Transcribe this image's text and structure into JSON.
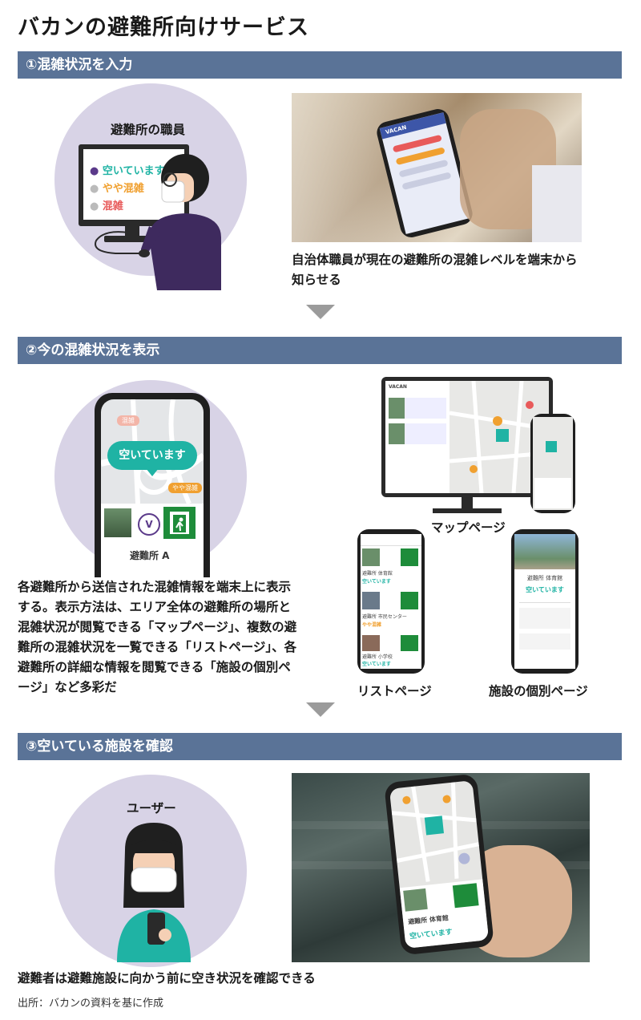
{
  "title": "バカンの避難所向けサービス",
  "steps": [
    {
      "heading": "①混雑状況を入力"
    },
    {
      "heading": "②今の混雑状況を表示"
    },
    {
      "heading": "③空いている施設を確認"
    }
  ],
  "step1": {
    "person_label": "避難所の職員",
    "options": [
      "空いています",
      "やや混雑",
      "混雑"
    ],
    "caption": "自治体職員が現在の避難所の混雑レベルを端末から知らせる",
    "app_brand": "VACAN"
  },
  "step2": {
    "bubble": "空いています",
    "tag_top": "混雑",
    "tag_mid": "やや混雑",
    "facility_name": "避難所 A",
    "description": "各避難所から送信された混雑情報を端末上に表示する。表示方法は、エリア全体の避難所の場所と混雑状況が閲覧できる「マップページ」、複数の避難所の混雑状況を一覧できる「リストページ」、各避難所の詳細な情報を閲覧できる「施設の個別ページ」など多彩だ",
    "map_label": "マップページ",
    "list_label": "リストページ",
    "detail_label": "施設の個別ページ",
    "detail_facility": "避難所 体育館",
    "detail_status": "空いています",
    "list_items": [
      "避難所 体育館",
      "避難所 市民センター",
      "避難所 小学校"
    ],
    "list_statuses": [
      "空いています",
      "やや混雑",
      "空いています"
    ]
  },
  "step3": {
    "person_label": "ユーザー",
    "caption": "避難者は避難施設に向かう前に空き状況を確認できる",
    "phone_facility": "避難所 体育館",
    "phone_status": "空いています"
  },
  "source": "出所：バカンの資料を基に作成",
  "colors": {
    "band": "#5a7397",
    "circle": "#d8d3e6",
    "teal": "#1fb3a4",
    "orange": "#f0a030",
    "red": "#e85a5a",
    "green": "#1e8c3a"
  }
}
